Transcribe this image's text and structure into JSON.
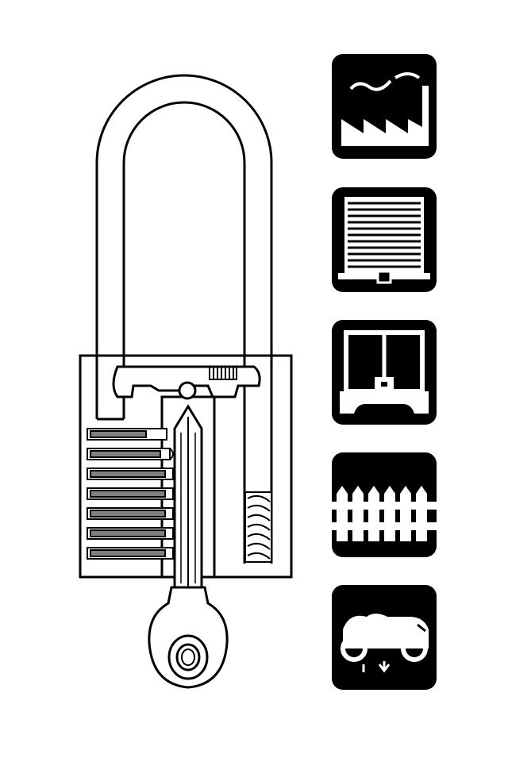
{
  "diagram": {
    "subject": "transparent-padlock-cutaway-with-key",
    "colors": {
      "ink": "#000000",
      "paper": "#ffffff",
      "pin": "#808080"
    },
    "pin_stack_count": 7,
    "use_cases": [
      {
        "id": "factory",
        "icon": "factory-icon"
      },
      {
        "id": "shop-shutter",
        "icon": "roller-shutter-icon"
      },
      {
        "id": "gate",
        "icon": "gate-icon"
      },
      {
        "id": "fence",
        "icon": "picket-fence-icon"
      },
      {
        "id": "motorcycle",
        "icon": "motorcycle-icon"
      }
    ]
  }
}
